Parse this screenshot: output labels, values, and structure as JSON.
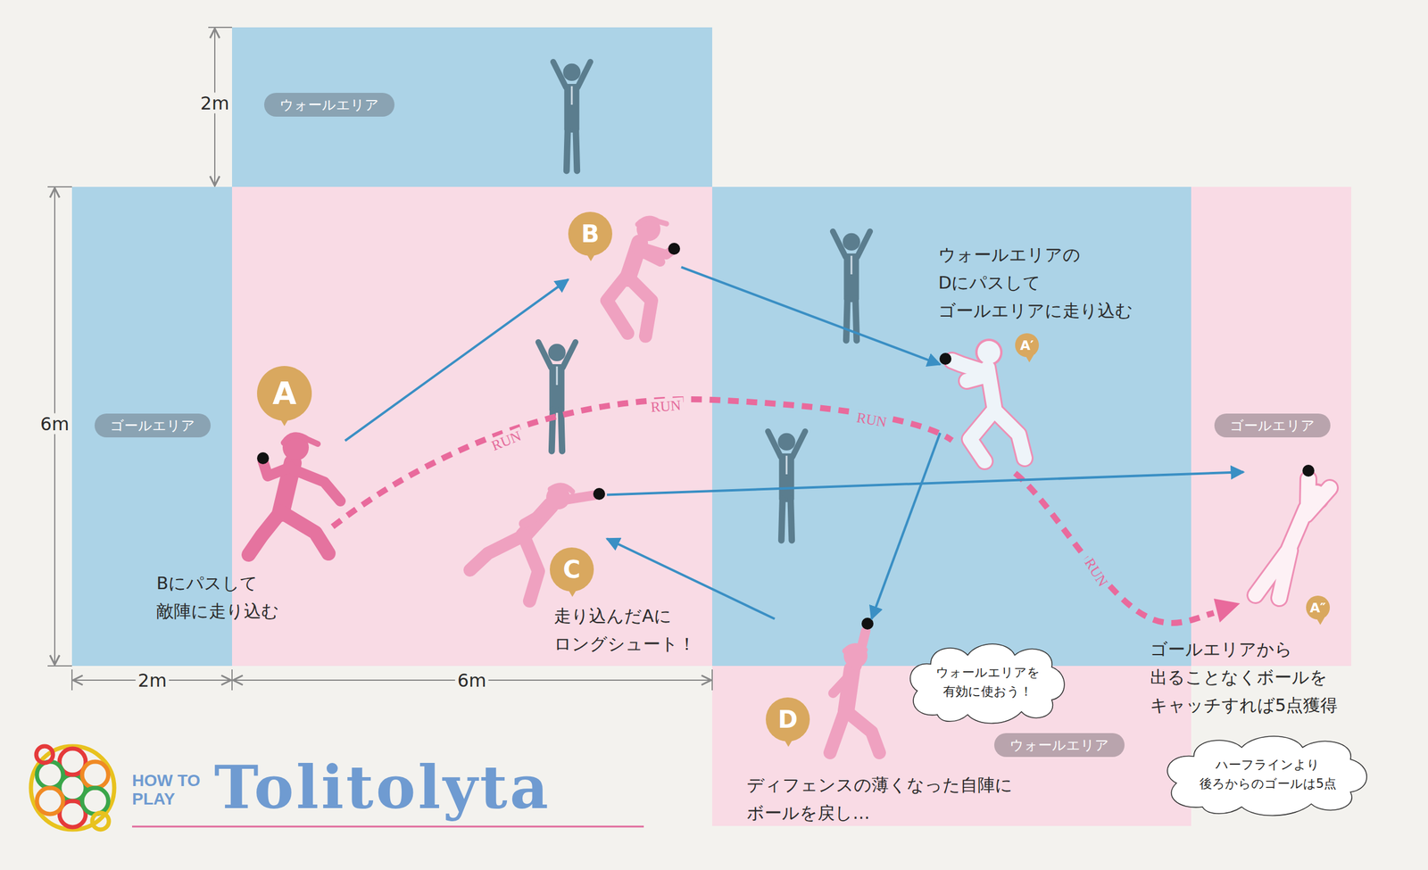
{
  "diagram": {
    "title": "Tolitolyta",
    "nodes": [
      {
        "text": [
          "ウォールエリア"
        ]
      },
      {
        "text": [
          "ゴールエリア"
        ]
      },
      {
        "text": [
          "B"
        ]
      },
      {
        "text": [
          "A′"
        ]
      },
      {
        "text": [
          "A"
        ]
      },
      {
        "text": [
          "ゴールエリア"
        ]
      },
      {
        "text": [
          "C"
        ]
      },
      {
        "text": [
          "ウォールエリアを 有効に使おう！"
        ]
      },
      {
        "text": [
          "D"
        ]
      },
      {
        "text": [
          "A″"
        ]
      },
      {
        "text": [
          "ウォールエリア"
        ]
      },
      {
        "text": [
          "ハーフラインより 後ろからのゴールは5点"
        ]
      }
    ],
    "edges": [
      {
        "from": 4,
        "to": 2,
        "arrow": "to"
      },
      {
        "from": 2,
        "to": 3,
        "arrow": "to"
      },
      {
        "from": 3,
        "to": 8,
        "arrow": "to"
      },
      {
        "from": 8,
        "to": 6,
        "arrow": "to"
      },
      {
        "from": 6,
        "to": 9,
        "arrow": "to"
      }
    ],
    "labels": [
      "2m",
      "6m",
      "2m",
      "6m",
      "RUN",
      "RUN",
      "RUN",
      "RUN",
      "Bにパスして 敵陣に走り込む",
      "走り込んだAに ロングシュート！",
      "ウォールエリアの Dにパスして ゴールエリアに走り込む",
      "ゴールエリアから 出ることなくボールを キャッチすれば5点獲得",
      "ディフェンスの薄くなった自陣に ボールを戻し…",
      "HOW TO PLAY"
    ]
  }
}
